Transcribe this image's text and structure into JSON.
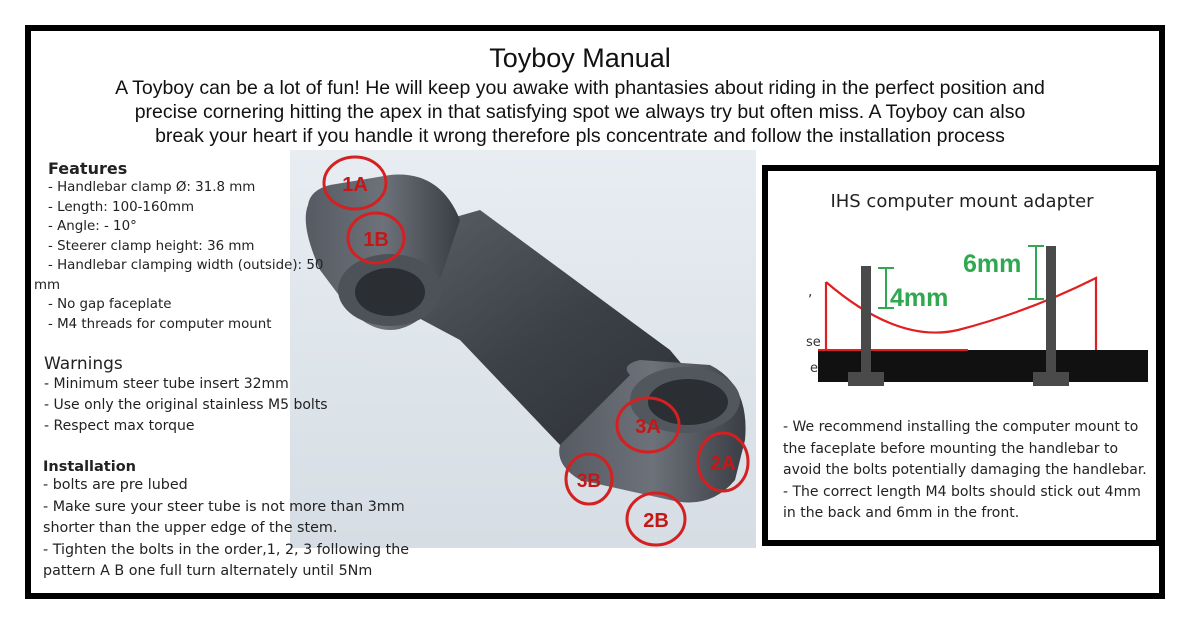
{
  "header": {
    "title": "Toyboy Manual",
    "intro_lines": [
      "A Toyboy can be a lot of fun! He will keep you awake with phantasies about riding in the perfect position and",
      "precise cornering hitting the apex in that satisfying spot we always try but often miss. A Toyboy can also",
      "break your heart if you handle it wrong therefore pls concentrate and follow the installation process"
    ]
  },
  "features": {
    "heading": "Features",
    "items": [
      "- Handlebar clamp Ø: 31.8 mm",
      "- Length: 100-160mm",
      "- Angle: - 10°",
      "- Steerer clamp height: 36 mm",
      "- Handlebar clamping width (outside): 50",
      "mm",
      "- No gap faceplate",
      "- M4 threads for computer mount"
    ]
  },
  "warnings": {
    "heading": "Warnings",
    "items": [
      "- Minimum steer tube insert 32mm",
      "- Use only the original stainless M5 bolts",
      "- Respect max torque"
    ]
  },
  "installation": {
    "heading": "Installation",
    "items": [
      "- bolts are pre lubed",
      "- Make sure your steer tube is not more than 3mm shorter than the upper edge of the stem.",
      "- Tighten the bolts in the order,1, 2, 3 following the pattern A B one full turn alternately until 5Nm"
    ]
  },
  "bolt_labels": [
    "1A",
    "1B",
    "3A",
    "2A",
    "3B",
    "2B"
  ],
  "ihs": {
    "title": "IHS computer mount adapter",
    "label_6mm": "6mm",
    "label_4mm": "4mm",
    "edge_text_1": ",",
    "edge_text_2": "se",
    "edge_text_3": "e",
    "paragraphs": [
      "- We recommend installing the computer mount to the faceplate before mounting the handlebar to avoid the bolts potentially damaging the handlebar.",
      "- The correct length M4 bolts should stick out 4mm in the back and 6mm in the front."
    ],
    "colors": {
      "outline": "#e02020",
      "dimension": "#2fa84f",
      "bolt": "#4a4a4a"
    }
  },
  "colors": {
    "circle": "#d42020",
    "stem": "#3e4148"
  }
}
